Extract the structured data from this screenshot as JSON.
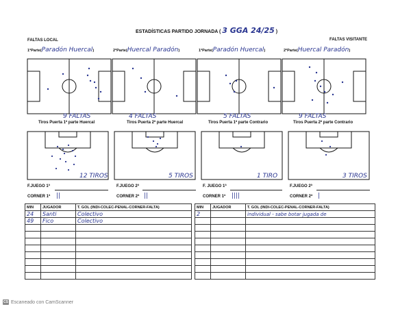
{
  "header": {
    "title": "ESTADÍSTICAS PARTIDO JORNADA (",
    "jornada_value": "3 GGA 24/25",
    "close_paren": ")"
  },
  "faltas": {
    "local": "FALTAS LOCAL",
    "visitante": "FALTAS VISITANTE"
  },
  "halves": [
    {
      "label": "1ªParte(",
      "team": "Paradón Huercal",
      "close": ")",
      "faltas": "9 FALTAS"
    },
    {
      "label": "2ªParte(",
      "team": "Huercal Paradón",
      "close": ")",
      "faltas": "4 FALTAS"
    },
    {
      "label": "1ªParte(",
      "team": "Paradón Huercal",
      "close": ")",
      "faltas": "5 FALTAS"
    },
    {
      "label": "2ªParte(",
      "team": "Huercal Paradón",
      "close": ")",
      "faltas": "9 FALTAS"
    }
  ],
  "tiros": [
    {
      "label": "Tiros Puerta 1ª parte Huercal",
      "count": "12 TIROS"
    },
    {
      "label": "Tiros Puerta 2ª parte Huercal",
      "count": "5 TIROS"
    },
    {
      "label": "Tiros Puerta 1ª parte Contrario",
      "count": "1 TIRO"
    },
    {
      "label": "Tiros Puerta 2ª parte Contrario",
      "count": "3 TIROS"
    }
  ],
  "fjuego": [
    {
      "label": "F.JUEGO 1ª",
      "value": ""
    },
    {
      "label": "F.JUEGO 2ª",
      "value": ""
    },
    {
      "label": "F. JUEGO 1ª",
      "value": ""
    },
    {
      "label": "F.JUEGO 2ª",
      "value": ""
    }
  ],
  "corner": [
    {
      "label": "CORNER 1ª",
      "value": "||"
    },
    {
      "label": "CORNER 2ª",
      "value": "||"
    },
    {
      "label": "CORNER 1ª",
      "value": "||||"
    },
    {
      "label": "CORNER 2ª",
      "value": "|"
    }
  ],
  "goals_left": {
    "headers": [
      "MIN",
      "JUGADOR",
      "T. GOL (INDI-COLEC-PENAL-CORNER-FALTA)"
    ],
    "rows": [
      [
        "24",
        "Santi",
        "Colectivo"
      ],
      [
        "49",
        "Fico",
        "Colectivo"
      ]
    ]
  },
  "goals_right": {
    "headers": [
      "MIN",
      "JUGADOR",
      "T. GOL (INDI-COLEC-PENAL-CORNER-FALTA)"
    ],
    "rows": [
      [
        "2",
        "",
        "individual - sabe botar jugada de"
      ]
    ]
  },
  "scanner": {
    "text": "Escaneado con CamScanner",
    "logo": "CS"
  },
  "colors": {
    "ink": "#27338f",
    "line": "#111111"
  }
}
